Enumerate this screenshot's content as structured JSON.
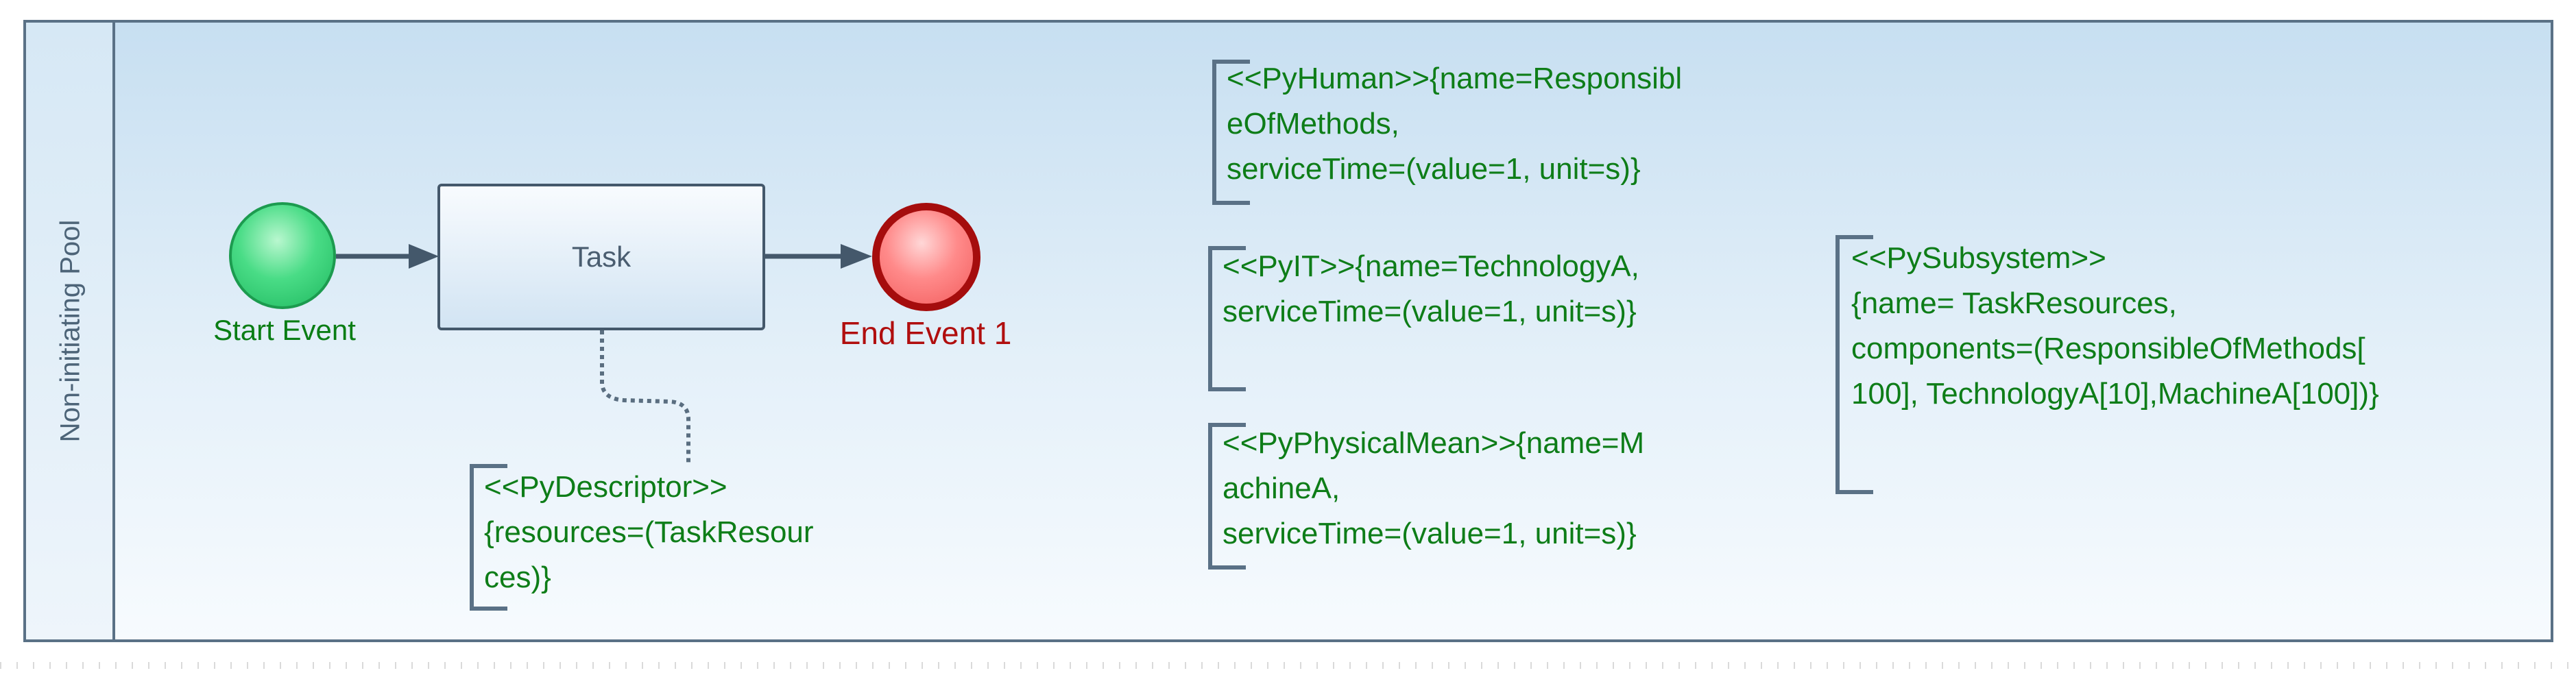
{
  "pool": {
    "label": "Non-initiating Pool"
  },
  "nodes": {
    "start_event": "Start Event",
    "task": "Task",
    "end_event": "End Event 1"
  },
  "annotations": {
    "descriptor": "<<PyDescriptor>>\n{resources=(TaskResour\nces)}",
    "human": "<<PyHuman>>{name=Responsibl\neOfMethods,\nserviceTime=(value=1, unit=s)}",
    "it": "<<PyIT>>{name=TechnologyA,\nserviceTime=(value=1, unit=s)}",
    "physical_mean": "<<PyPhysicalMean>>{name=M\nachineA,\nserviceTime=(value=1, unit=s)}",
    "subsystem": "<<PySubsystem>>\n{name= TaskResources,\ncomponents=(ResponsibleOfMethods[\n100], TechnologyA[10],MachineA[100])}"
  },
  "colors": {
    "note_text": "#0e7d18",
    "end_event_text": "#b00e0e",
    "start_event_text": "#0a7d14",
    "frame": "#5a7186"
  }
}
